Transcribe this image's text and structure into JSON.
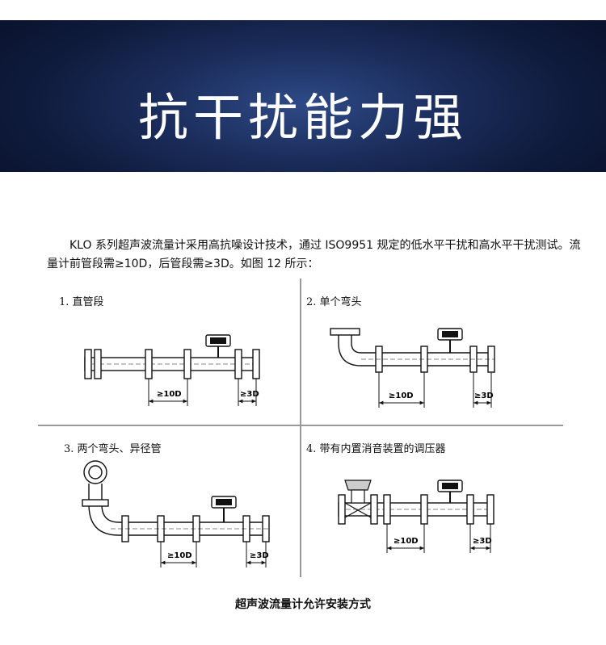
{
  "banner": {
    "title": "抗干扰能力强"
  },
  "paragraph": "KLO 系列超声波流量计采用高抗噪设计技术，通过 ISO9951 规定的低水平干扰和高水平干扰测试。流量计前管段需≥10D，后管段需≥3D。如图 12 所示：",
  "figure": {
    "panels": [
      {
        "label": "1.  直管段",
        "upstream": "≥10D",
        "downstream": "≥3D"
      },
      {
        "label": "2.  单个弯头",
        "upstream": "≥10D",
        "downstream": "≥3D"
      },
      {
        "label": "3.  两个弯头、异径管",
        "upstream": "≥10D",
        "downstream": "≥3D"
      },
      {
        "label": "4.  带有内置消音装置的调压器",
        "upstream": "≥10D",
        "downstream": "≥3D"
      }
    ],
    "caption": "超声波流量计允许安装方式"
  }
}
